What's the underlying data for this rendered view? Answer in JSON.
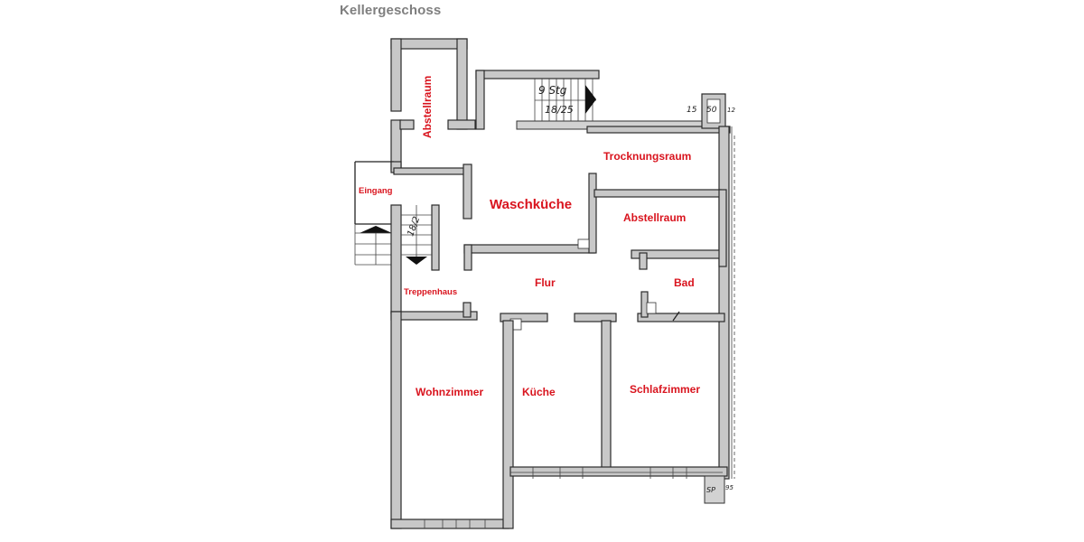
{
  "page": {
    "title": "Kellergeschoss"
  },
  "colors": {
    "label": "#d9141e",
    "title": "#7f7f7f",
    "wall_fill": "#c8c8c8",
    "wall_stroke": "#2b2b2b"
  },
  "rooms": {
    "abstellraum_top": "Abstellraum",
    "trocknungsraum": "Trocknungsraum",
    "eingang": "Eingang",
    "waschkueche": "Waschküche",
    "abstellraum_right": "Abstellraum",
    "treppenhaus": "Treppenhaus",
    "flur": "Flur",
    "bad": "Bad",
    "wohnzimmer": "Wohnzimmer",
    "kueche": "Küche",
    "schlafzimmer": "Schlafzimmer"
  },
  "annotations": {
    "stair_top_steps": "9 Stg",
    "stair_top_size": "18/25",
    "stair_left_size": "18/2",
    "chimney_left": "15",
    "chimney_mid": "50",
    "chimney_right": "12",
    "corner_bottom_sp": "SP",
    "corner_bottom_num": "95"
  }
}
